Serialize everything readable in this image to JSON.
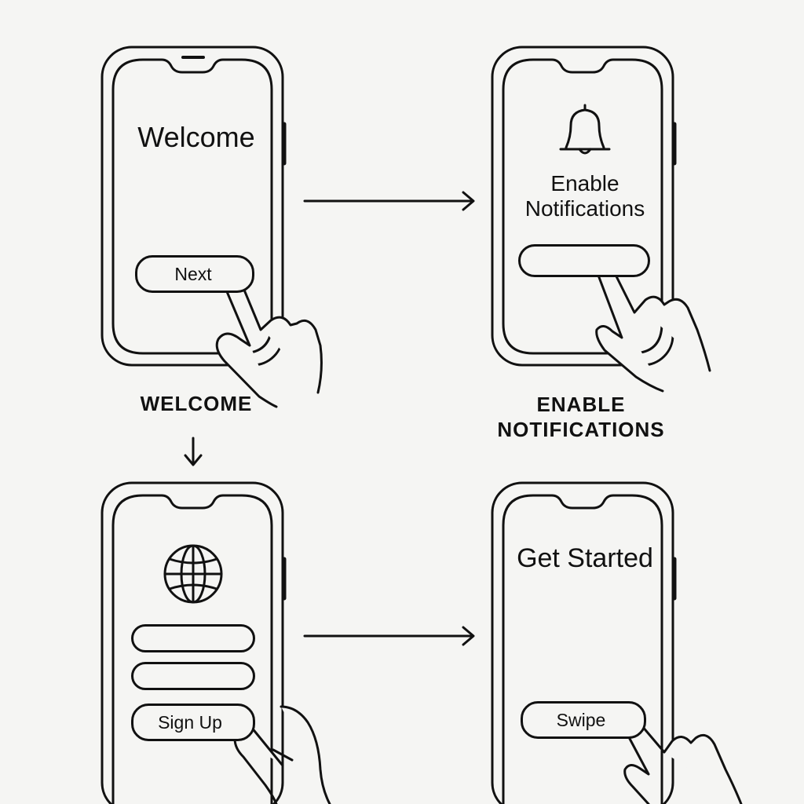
{
  "screens": {
    "welcome": {
      "title": "Welcome",
      "button_label": "Next",
      "caption": "WELCOME"
    },
    "notifications": {
      "title": "Enable Notifications",
      "icon": "bell-icon",
      "caption": "ENABLE NOTIFICATIONS"
    },
    "signup": {
      "icon": "globe-icon",
      "button_label": "Sign Up"
    },
    "get_started": {
      "title": "Get Started",
      "button_label": "Swipe"
    }
  },
  "colors": {
    "background": "#f5f5f3",
    "stroke": "#111111"
  }
}
